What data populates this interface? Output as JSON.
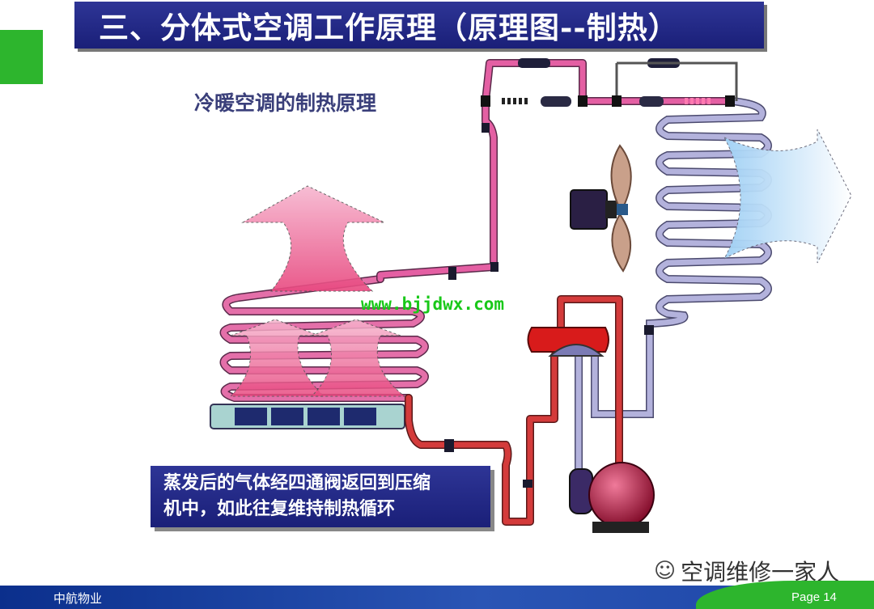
{
  "title": "三、分体式空调工作原理（原理图--制热）",
  "subtitle": "冷暖空调的制热原理",
  "watermark_url": "www.bjjdwx.com",
  "note_line1": "蒸发后的气体经四通阀返回到压缩",
  "note_line2": "机中，如此往复维持制热循环",
  "brand_text": "空调维修一家人",
  "footer": {
    "org": "中航物业",
    "page": "Page 14"
  },
  "colors": {
    "title_bg": "#1f2585",
    "accent_green": "#2db52d",
    "hot_pipe": "#d9478f",
    "cold_pipe": "#9a9ac8",
    "compressor": "#b0123a"
  }
}
